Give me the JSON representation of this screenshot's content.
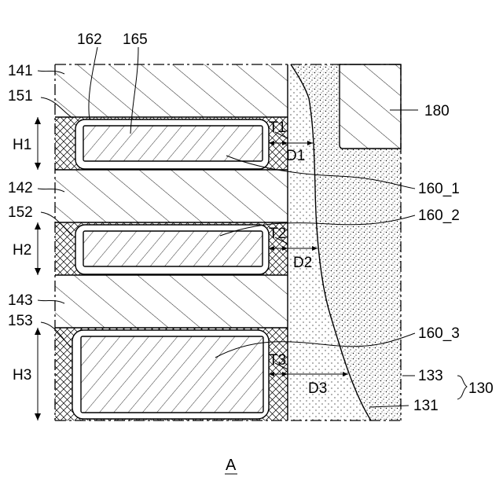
{
  "colors": {
    "line": "#000000",
    "background": "#ffffff"
  },
  "labels": {
    "l141": "141",
    "l151": "151",
    "l162": "162",
    "l165": "165",
    "l142": "142",
    "l152": "152",
    "l143": "143",
    "l153": "153",
    "h1": "H1",
    "h2": "H2",
    "h3": "H3",
    "t1": "T1",
    "t2": "T2",
    "t3": "T3",
    "d1": "D1",
    "d2": "D2",
    "d3": "D3",
    "l180": "180",
    "l160_1": "160_1",
    "l160_2": "160_2",
    "l160_3": "160_3",
    "l133": "133",
    "l131": "131",
    "l130": "130"
  },
  "caption": "A"
}
